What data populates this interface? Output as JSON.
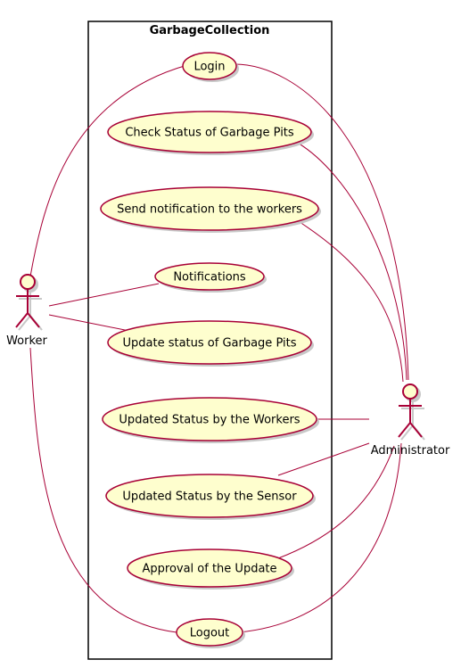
{
  "diagram": {
    "system_title": "GarbageCollection",
    "actors": {
      "worker": "Worker",
      "administrator": "Administrator"
    },
    "use_cases": {
      "login": "Login",
      "check_status": "Check Status of Garbage Pits",
      "send_notification": "Send notification to the workers",
      "notifications": "Notifications",
      "update_status": "Update status of Garbage Pits",
      "updated_by_workers": "Updated Status by the Workers",
      "updated_by_sensor": "Updated Status by the Sensor",
      "approval": "Approval of the Update",
      "logout": "Logout"
    }
  },
  "colors": {
    "use_case_fill": "#FEFECE",
    "stroke": "#A80036",
    "shadow": "#C8C8C8",
    "boundary": "#000000"
  }
}
